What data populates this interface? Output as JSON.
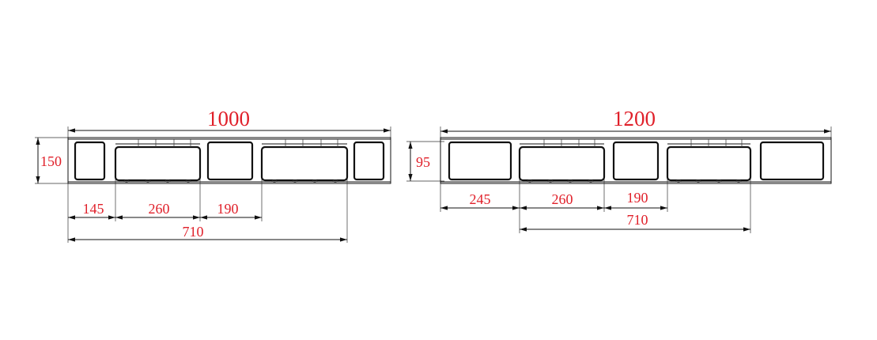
{
  "drawings": [
    {
      "id": "pallet-1000",
      "overall_width_label": "1000",
      "height_label": "150",
      "dims": {
        "a": "145",
        "b": "260",
        "c": "190",
        "total": "710"
      }
    },
    {
      "id": "pallet-1200",
      "overall_width_label": "1200",
      "height_label": "95",
      "dims": {
        "a": "245",
        "b": "260",
        "c": "190",
        "total": "710"
      }
    }
  ],
  "colors": {
    "dimension_text": "#e0202a",
    "lines": "#111111"
  }
}
